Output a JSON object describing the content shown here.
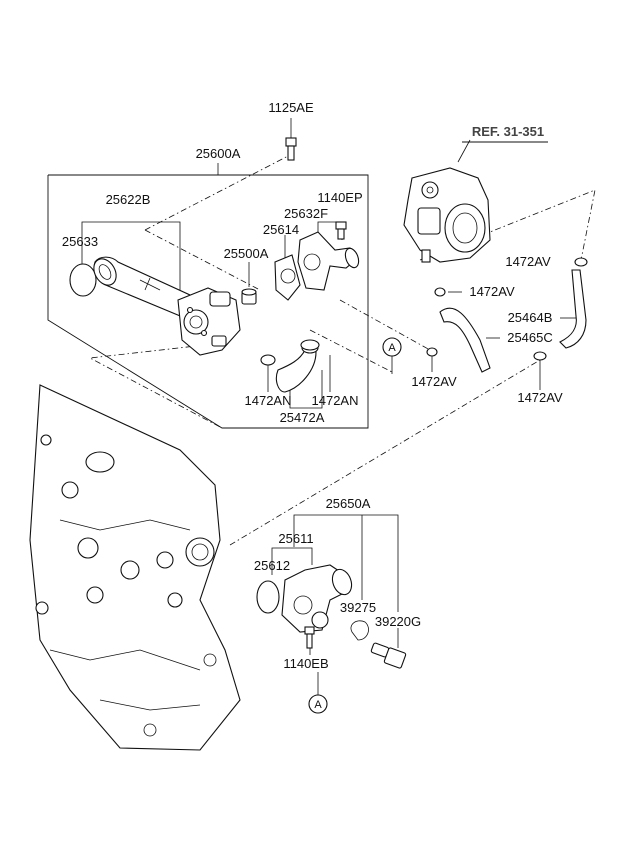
{
  "labels": {
    "p1125AE": "1125AE",
    "p25600A": "25600A",
    "p25622B": "25622B",
    "p25633": "25633",
    "p1140EP": "1140EP",
    "p25632F": "25632F",
    "p25614": "25614",
    "p25500A": "25500A",
    "p1472AN_l": "1472AN",
    "p1472AN_r": "1472AN",
    "p25472A": "25472A",
    "ref": "REF. 31-351",
    "p1472AV_1": "1472AV",
    "p1472AV_2": "1472AV",
    "p1472AV_3": "1472AV",
    "p1472AV_4": "1472AV",
    "p25464B": "25464B",
    "p25465C": "25465C",
    "p25650A": "25650A",
    "p25611": "25611",
    "p25612": "25612",
    "p39275": "39275",
    "p39220G": "39220G",
    "p1140EB": "1140EB",
    "marker_a_top": "A",
    "marker_a_bottom": "A"
  }
}
